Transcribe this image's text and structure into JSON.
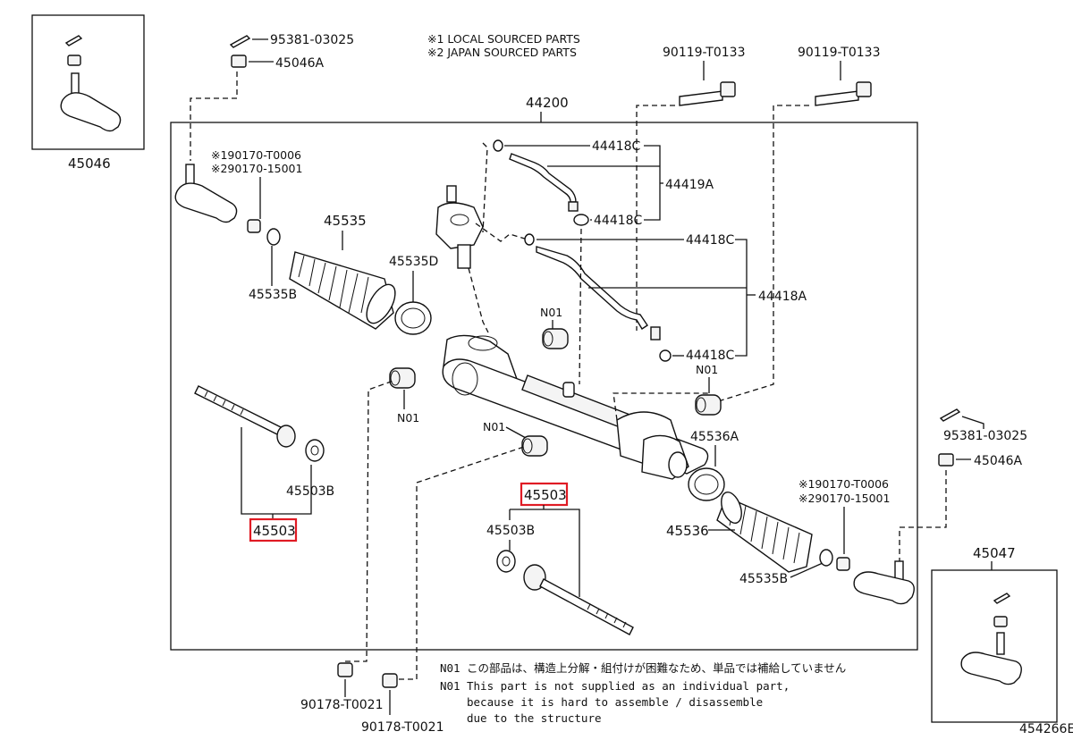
{
  "legend": {
    "line1": "※1 LOCAL SOURCED PARTS",
    "line2": "※2 JAPAN SOURCED PARTS"
  },
  "labels": {
    "assembly": "44200",
    "cotter_pin": "95381-03025",
    "nut": "45046A",
    "bolt": "90119-T0133",
    "gasket_c": "44418C",
    "tube_a": "44419A",
    "tube_b": "44418A",
    "clamp_ref1": "※190170-T0006",
    "clamp_ref2": "※290170-15001",
    "boot": "45535",
    "boot_clamp": "45535D",
    "clip": "45535B",
    "bushing": "N01",
    "rack_end": "45503",
    "washer": "45503B",
    "boot_r": "45536",
    "clamp_r": "45536A",
    "tie_rod_end_l": "45046",
    "tie_rod_end_r": "45047",
    "nut_bottom": "90178-T0021",
    "diagram_id": "454266E"
  },
  "notes": {
    "code": "N01",
    "jp": "この部品は、構造上分解・組付けが困難なため、単品では補給していません",
    "en1": "This part is not supplied as an individual part,",
    "en2": "because it is hard to assemble / disassemble",
    "en3": "due to the structure"
  },
  "colors": {
    "highlight": "#e01b24",
    "ink": "#111111"
  }
}
